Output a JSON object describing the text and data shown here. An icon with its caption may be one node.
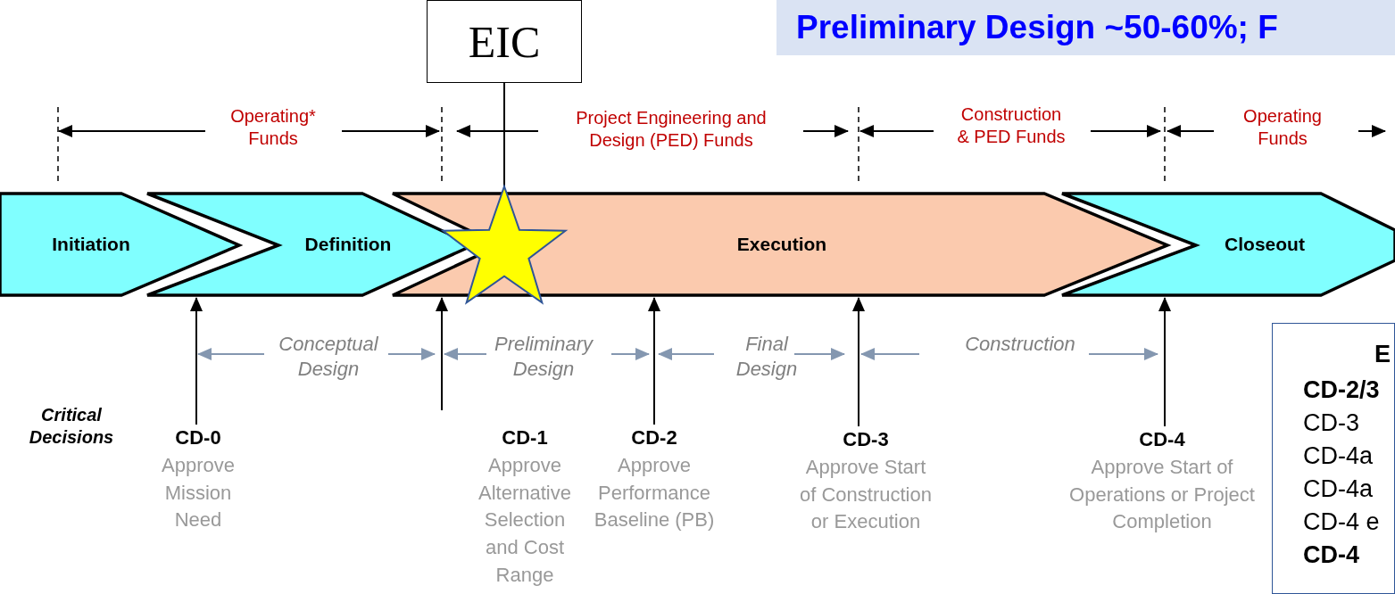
{
  "diagram": {
    "title": "Preliminary Design ~50-60%; F",
    "nodes": [
      {
        "text": [
          "EIC"
        ]
      },
      {
        "text": [],
        "shape": "star"
      },
      {
        "text": [
          "Initiation"
        ]
      },
      {
        "text": [
          "Definition"
        ]
      },
      {
        "text": [
          "Execution"
        ]
      },
      {
        "text": [
          "Closeout"
        ]
      },
      {
        "text": [
          "CD-0",
          "Approve Mission Need"
        ]
      },
      {
        "text": [
          "CD-1",
          "Approve Alternative Selection and Cost Range"
        ]
      },
      {
        "text": [
          "CD-2",
          "Approve Performance Baseline (PB)"
        ]
      },
      {
        "text": [
          "CD-3",
          "Approve Start of Construction or Execution"
        ]
      },
      {
        "text": [
          "CD-4",
          "Approve Start of Operations or Project Completion"
        ]
      },
      {
        "text": [
          "E",
          "CD-2/3",
          "CD-3",
          "CD-4a",
          "CD-4a",
          "CD-4 e",
          "CD-4"
        ]
      }
    ],
    "edges": [
      {
        "from": 0,
        "to": 1,
        "arrow": "none"
      },
      {
        "from": 6,
        "to": 2,
        "arrow": "to"
      },
      {
        "from": null,
        "to": 4,
        "arrow": "to"
      },
      {
        "from": 8,
        "to": 4,
        "arrow": "to"
      },
      {
        "from": 9,
        "to": 4,
        "arrow": "to"
      },
      {
        "from": 10,
        "to": 5,
        "arrow": "to"
      }
    ],
    "labels": [
      "Operating* Funds",
      "Project Engineering and Design (PED) Funds",
      "Construction & PED Funds",
      "Operating Funds",
      "Conceptual Design",
      "Preliminary Design",
      "Final Design",
      "Construction",
      "Critical Decisions"
    ]
  }
}
